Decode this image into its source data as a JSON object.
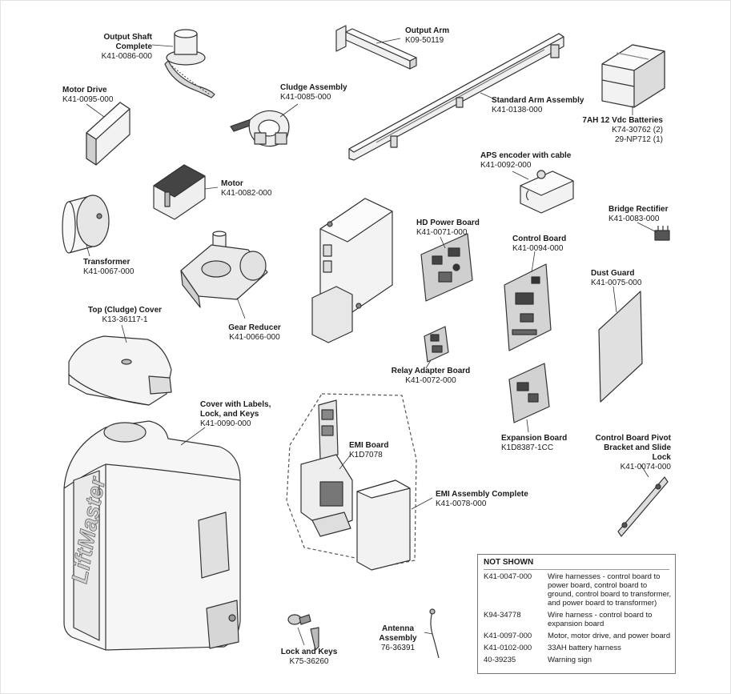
{
  "parts": [
    {
      "id": "output-shaft",
      "title": "Output Shaft Complete",
      "number": "K41-0086-000"
    },
    {
      "id": "output-arm",
      "title": "Output Arm",
      "number": "K09-50119"
    },
    {
      "id": "motor-drive",
      "title": "Motor Drive",
      "number": "K41-0095-000"
    },
    {
      "id": "cludge-assembly",
      "title": "Cludge Assembly",
      "number": "K41-0085-000"
    },
    {
      "id": "standard-arm",
      "title": "Standard Arm Assembly",
      "number": "K41-0138-000"
    },
    {
      "id": "batteries",
      "title": "7AH 12 Vdc Batteries",
      "number": "K74-30762 (2)",
      "number2": "29-NP712 (1)"
    },
    {
      "id": "aps-encoder",
      "title": "APS encoder with cable",
      "number": "K41-0092-000"
    },
    {
      "id": "motor",
      "title": "Motor",
      "number": "K41-0082-000"
    },
    {
      "id": "bridge-rectifier",
      "title": "Bridge Rectifier",
      "number": "K41-0083-000"
    },
    {
      "id": "transformer",
      "title": "Transformer",
      "number": "K41-0067-000"
    },
    {
      "id": "hd-power-board",
      "title": "HD Power Board",
      "number": "K41-0071-000"
    },
    {
      "id": "control-board",
      "title": "Control Board",
      "number": "K41-0094-000"
    },
    {
      "id": "dust-guard",
      "title": "Dust Guard",
      "number": "K41-0075-000"
    },
    {
      "id": "top-cover",
      "title": "Top (Cludge) Cover",
      "number": "K13-36117-1"
    },
    {
      "id": "gear-reducer",
      "title": "Gear Reducer",
      "number": "K41-0066-000"
    },
    {
      "id": "relay-adapter",
      "title": "Relay Adapter Board",
      "number": "K41-0072-000"
    },
    {
      "id": "cover-labels",
      "title": "Cover with Labels,",
      "title2": "Lock, and Keys",
      "number": "K41-0090-000"
    },
    {
      "id": "emi-board",
      "title": "EMI Board",
      "number": "K1D7078"
    },
    {
      "id": "expansion-board",
      "title": "Expansion Board",
      "number": "K1D8387-1CC"
    },
    {
      "id": "pivot-bracket",
      "title": "Control Board Pivot",
      "title2": "Bracket and Slide Lock",
      "number": "K41-0074-000"
    },
    {
      "id": "emi-assembly",
      "title": "EMI Assembly Complete",
      "number": "K41-0078-000"
    },
    {
      "id": "lock-keys",
      "title": "Lock and Keys",
      "number": "K75-36260"
    },
    {
      "id": "antenna",
      "title": "Antenna",
      "title2": "Assembly",
      "number": "76-36391"
    }
  ],
  "not_shown": {
    "header": "NOT SHOWN",
    "rows": [
      {
        "part": "K41-0047-000",
        "desc": "Wire harnesses - control board to power board, control board to ground, control board to transformer, and power board to transformer)"
      },
      {
        "part": "K94-34778",
        "desc": "Wire harness - control board to expansion board"
      },
      {
        "part": "K41-0097-000",
        "desc": "Motor, motor drive, and power board"
      },
      {
        "part": "K41-0102-000",
        "desc": "33AH battery harness"
      },
      {
        "part": "40-39235",
        "desc": "Warning sign"
      }
    ]
  },
  "brand": "LiftMaster"
}
